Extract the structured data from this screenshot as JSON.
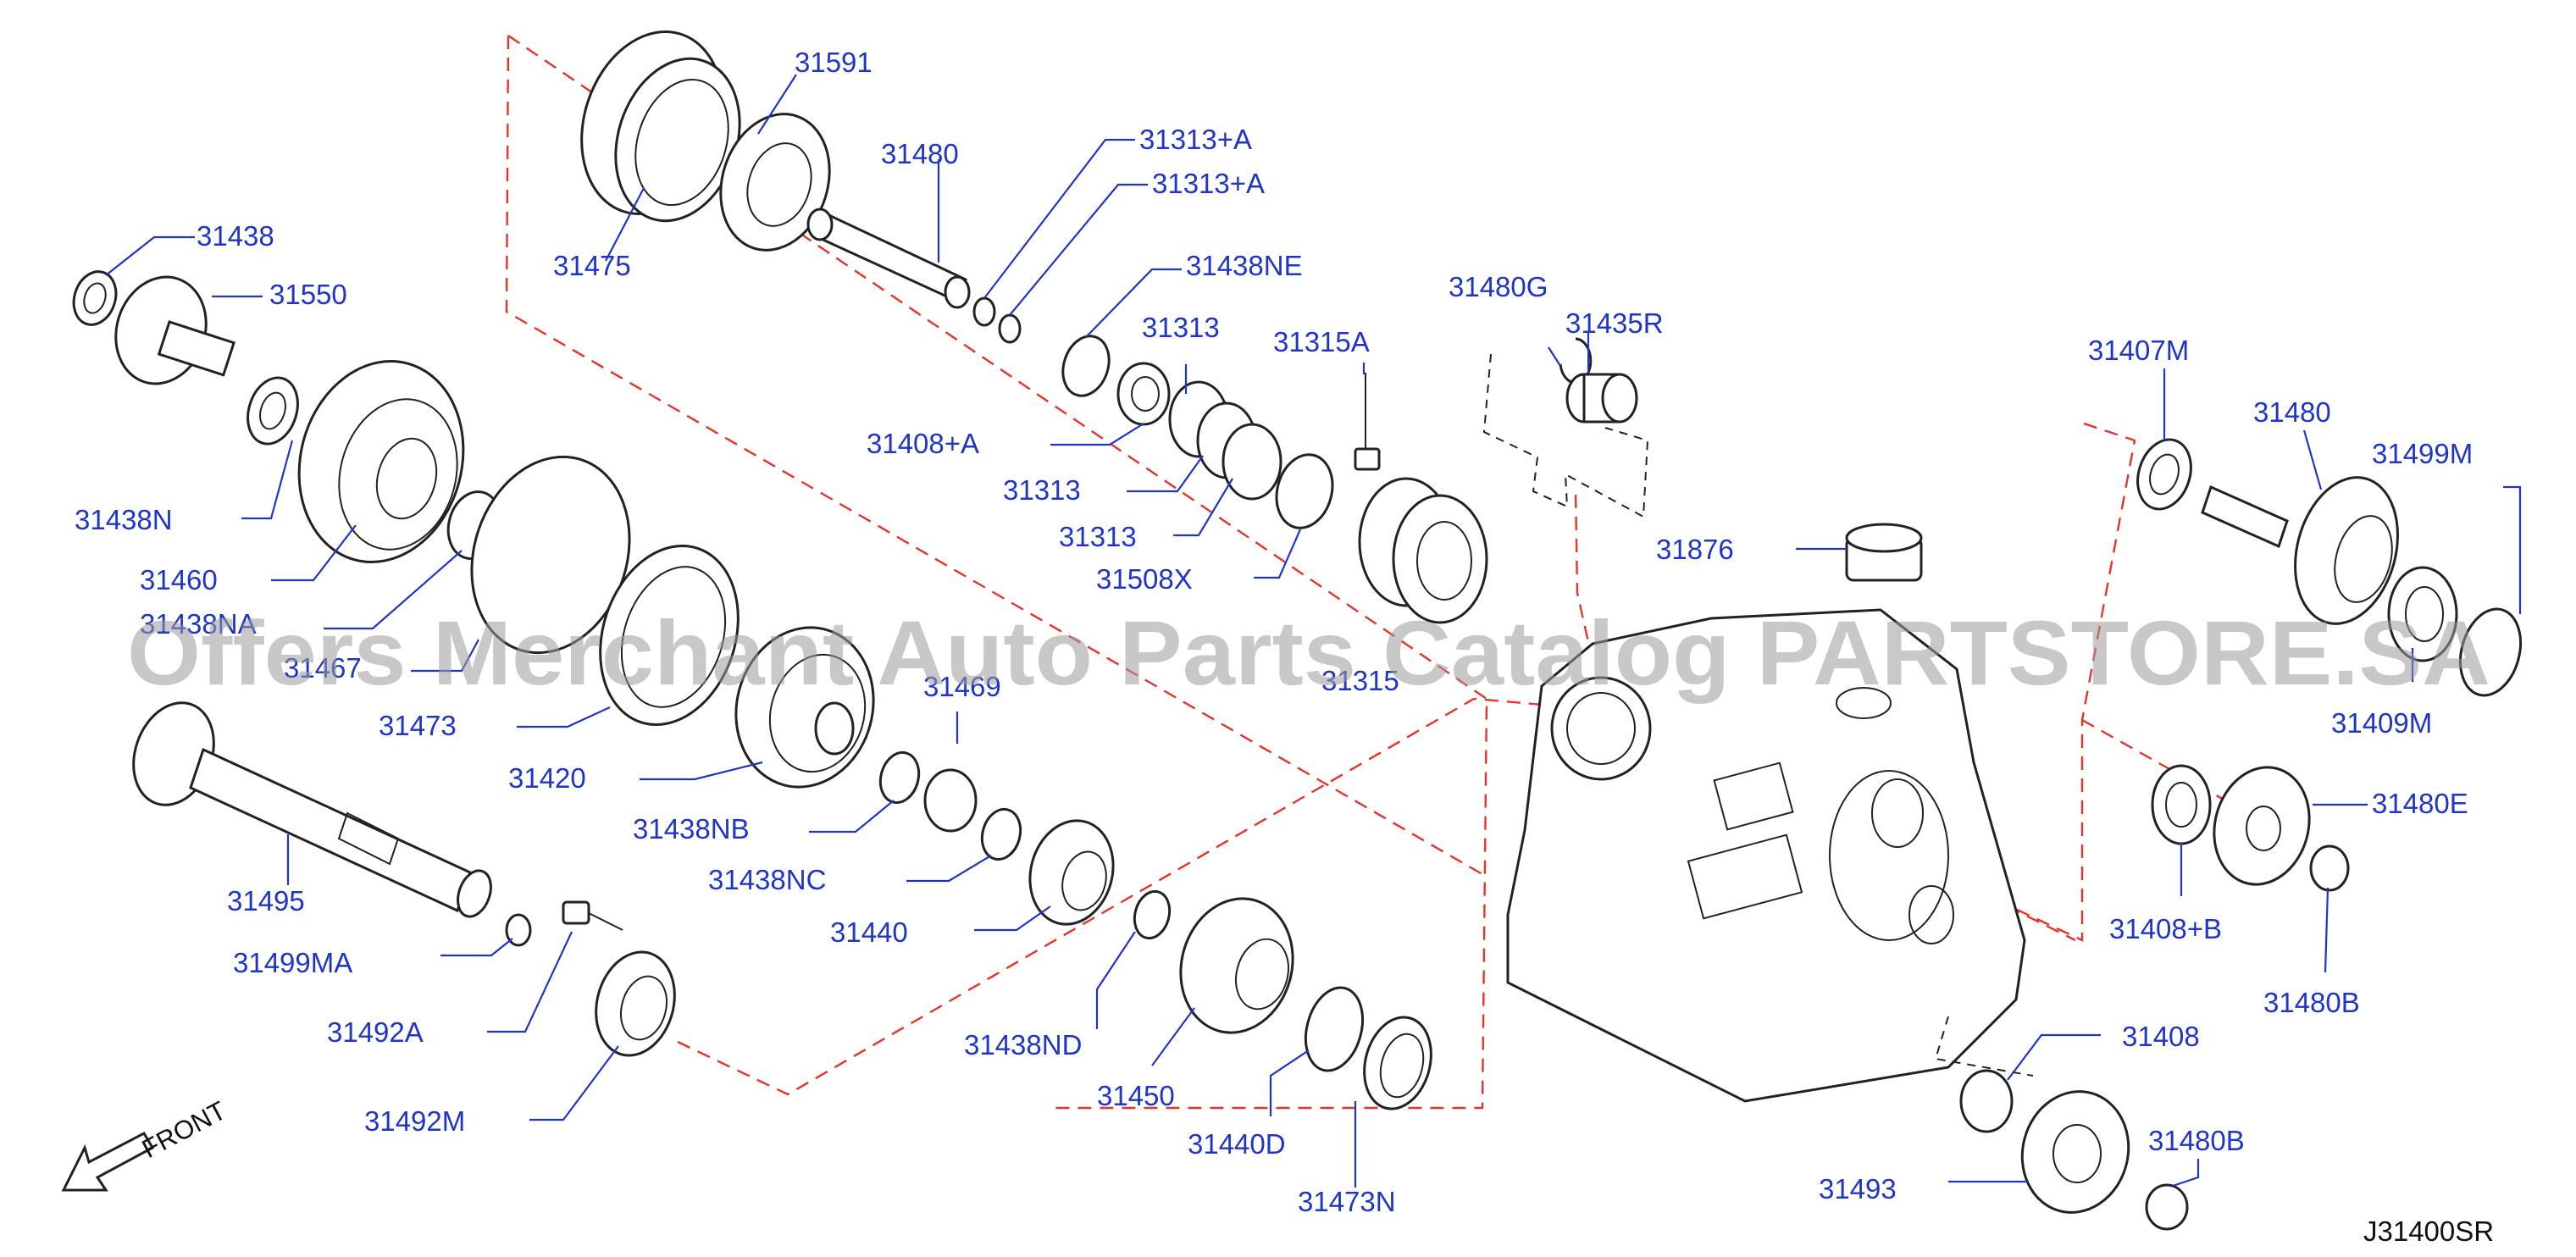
{
  "diagram_code": "J31400SR",
  "front_label": "FRONT",
  "watermark": "Offers Merchant Auto Parts Catalog PARTSTORE.SA",
  "colors": {
    "label": "#1f35c8",
    "group_dash": "#e8332a",
    "drawing": "#222222"
  },
  "part_labels": [
    "31591",
    "31480",
    "31313+A",
    "31313+A",
    "31438NE",
    "31475",
    "31438",
    "31550",
    "31480G",
    "31435R",
    "31313",
    "31315A",
    "31407M",
    "31480",
    "31499M",
    "31408+A",
    "31313",
    "31313",
    "31508X",
    "31876",
    "31438N",
    "31460",
    "31438NA",
    "31467",
    "31315",
    "31469",
    "31473",
    "31420",
    "31409M",
    "31480E",
    "31438NB",
    "31438NC",
    "31495",
    "31440",
    "31408+B",
    "31480B",
    "31499MA",
    "31492A",
    "31438ND",
    "31408",
    "31450",
    "31492M",
    "31480B",
    "31440D",
    "31493",
    "31473N"
  ]
}
